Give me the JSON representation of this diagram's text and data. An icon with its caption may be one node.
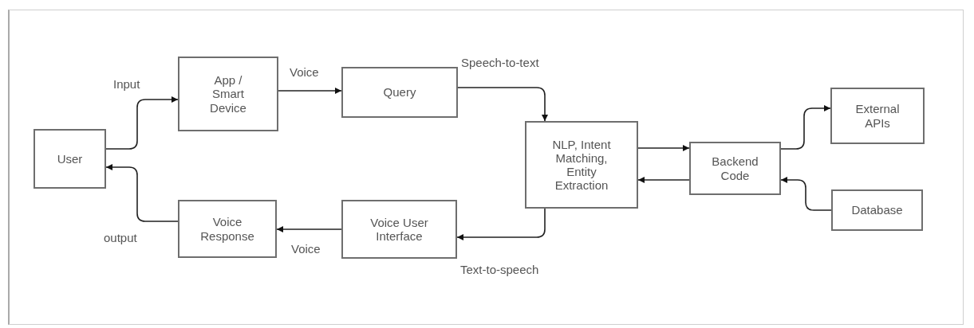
{
  "diagram": {
    "nodes": [
      {
        "text": [
          "User"
        ]
      },
      {
        "text": [
          "App / Smart Device"
        ]
      },
      {
        "text": [
          "Query"
        ]
      },
      {
        "text": [
          "NLP, Intent Matching, Entity Extraction"
        ]
      },
      {
        "text": [
          "Backend Code"
        ]
      },
      {
        "text": [
          "External APIs"
        ]
      },
      {
        "text": [
          "Database"
        ]
      },
      {
        "text": [
          "Voice User Interface"
        ]
      },
      {
        "text": [
          "Voice Response"
        ]
      }
    ],
    "edges": [
      {
        "from": 0,
        "to": 1,
        "arrow": "to",
        "label": "Input"
      },
      {
        "from": 1,
        "to": 2,
        "arrow": "to",
        "label": "Voice"
      },
      {
        "from": 2,
        "to": 3,
        "arrow": "to",
        "label": "Speech-to-text"
      },
      {
        "from": 3,
        "to": 4,
        "arrow": "to"
      },
      {
        "from": 4,
        "to": 3,
        "arrow": "to"
      },
      {
        "from": 4,
        "to": 5,
        "arrow": "to"
      },
      {
        "from": 6,
        "to": 4,
        "arrow": "to"
      },
      {
        "from": 3,
        "to": 7,
        "arrow": "to",
        "label": "Text-to-speech"
      },
      {
        "from": 7,
        "to": 8,
        "arrow": "to",
        "label": "Voice"
      },
      {
        "from": 8,
        "to": 0,
        "arrow": "to",
        "label": "output"
      }
    ]
  }
}
